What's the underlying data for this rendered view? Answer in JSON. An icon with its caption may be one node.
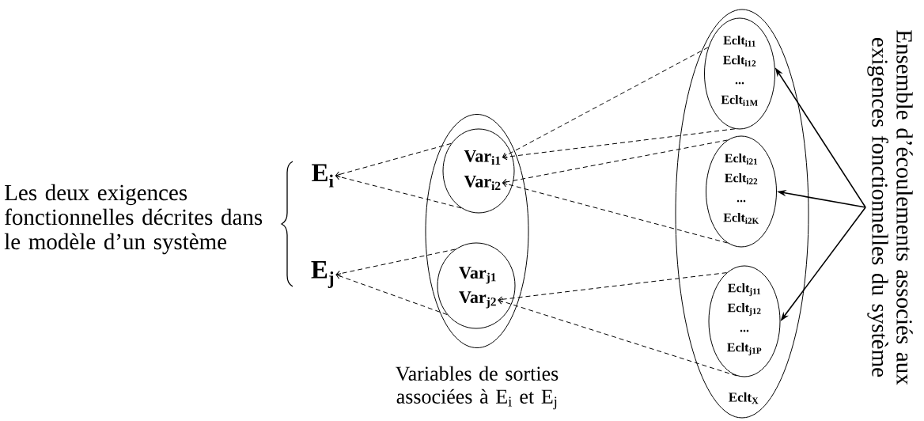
{
  "diagram": {
    "nodes": [
      {
        "text": [
          "Les deux exigences fonctionnelles décrites dans le modèle d’un système"
        ]
      },
      {
        "text": [
          "E$_{i}$"
        ]
      },
      {
        "text": [
          "E$_{j}$"
        ]
      },
      {
        "text": [
          "Variables de sorties associées à E$_{i}$ et E$_{j}$"
        ]
      },
      {
        "text": [],
        "shape": "circle",
        "in": 3
      },
      {
        "text": [
          "Var$_{i1}$"
        ],
        "in": 4
      },
      {
        "text": [
          "Var$_{i2}$"
        ],
        "in": 4
      },
      {
        "text": [],
        "shape": "circle",
        "in": 3
      },
      {
        "text": [
          "Var$_{j1}$"
        ],
        "in": 7
      },
      {
        "text": [
          "Var$_{j2}$"
        ],
        "in": 7
      },
      {
        "text": [
          "Eclt$_{X}$"
        ]
      },
      {
        "text": [
          "Eclt$_{i11}$",
          "Eclt$_{i12}$",
          "...",
          "Eclt$_{i1M}$"
        ],
        "in": 10
      },
      {
        "text": [
          "Eclt$_{i21}$",
          "Eclt$_{i22}$",
          "...",
          "Eclt$_{i2K}$"
        ],
        "in": 10
      },
      {
        "text": [
          "Eclt$_{j11}$",
          "Eclt$_{j12}$",
          "...",
          "Eclt$_{j1P}$"
        ],
        "in": 10
      },
      {
        "text": [
          "Ensemble d’écoulements associés aux exigences fonctionnelles du système"
        ]
      }
    ],
    "edges": [
      {
        "from": 4,
        "to": 1,
        "arrow": "to",
        "style": "dashed"
      },
      {
        "from": 4,
        "to": 1,
        "arrow": "to",
        "style": "dashed"
      },
      {
        "from": 7,
        "to": 2,
        "arrow": "to",
        "style": "dashed"
      },
      {
        "from": 7,
        "to": 2,
        "arrow": "to",
        "style": "dashed"
      },
      {
        "from": 11,
        "to": 5,
        "arrow": "to",
        "style": "dashed"
      },
      {
        "from": 11,
        "to": 5,
        "arrow": "to",
        "style": "dashed"
      },
      {
        "from": 12,
        "to": 6,
        "arrow": "to",
        "style": "dashed"
      },
      {
        "from": 12,
        "to": 6,
        "arrow": "to",
        "style": "dashed"
      },
      {
        "from": 13,
        "to": 9,
        "arrow": "to",
        "style": "dashed"
      },
      {
        "from": 13,
        "to": 9,
        "arrow": "to",
        "style": "dashed"
      },
      {
        "from": 14,
        "to": 11,
        "arrow": "to"
      },
      {
        "from": 14,
        "to": 12,
        "arrow": "to"
      },
      {
        "from": 14,
        "to": 13,
        "arrow": "to"
      }
    ]
  }
}
